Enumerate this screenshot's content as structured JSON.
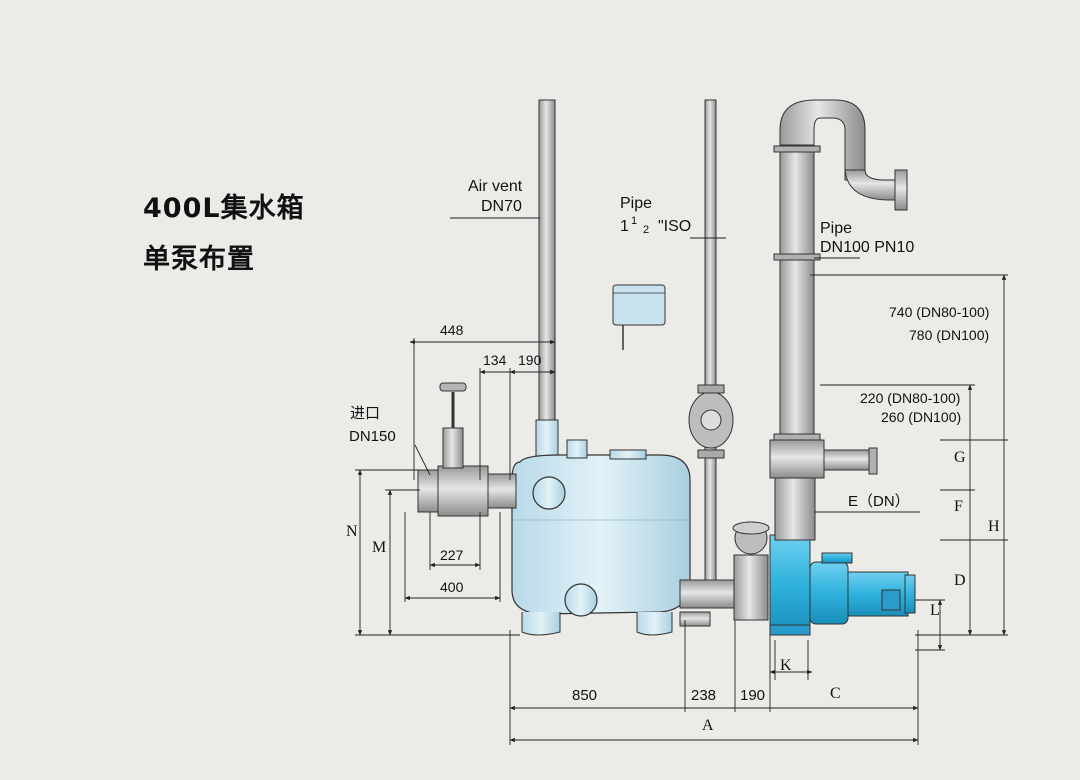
{
  "title": "400L集水箱",
  "subtitle": "单泵布置",
  "labels": {
    "air_vent": "Air vent",
    "air_vent_size": "DN70",
    "pipe_small": "Pipe",
    "pipe_small_size": "1",
    "pipe_small_frac_num": "1",
    "pipe_small_frac_den": "2",
    "pipe_small_unit": "\"ISO",
    "pipe_large": "Pipe",
    "pipe_large_size": "DN100 PN10",
    "inlet": "进口",
    "inlet_size": "DN150",
    "e_dn": "E（DN）"
  },
  "dimensions": {
    "d448": "448",
    "d134": "134",
    "d190_top": "190",
    "d227": "227",
    "d400": "400",
    "d850": "850",
    "d238": "238",
    "d190_bottom": "190",
    "c": "C",
    "a": "A",
    "k": "K",
    "n": "N",
    "m": "M",
    "g": "G",
    "f": "F",
    "d": "D",
    "l": "L",
    "h": "H",
    "h740a": "740 (DN80-100)",
    "h740b": "780 (DN100)",
    "h220a": "220 (DN80-100)",
    "h220b": "260 (DN100)"
  },
  "colors": {
    "tank": "#cfe7f2",
    "pump": "#35b4de",
    "pipe": "#c8c8c8",
    "line": "#222222"
  }
}
